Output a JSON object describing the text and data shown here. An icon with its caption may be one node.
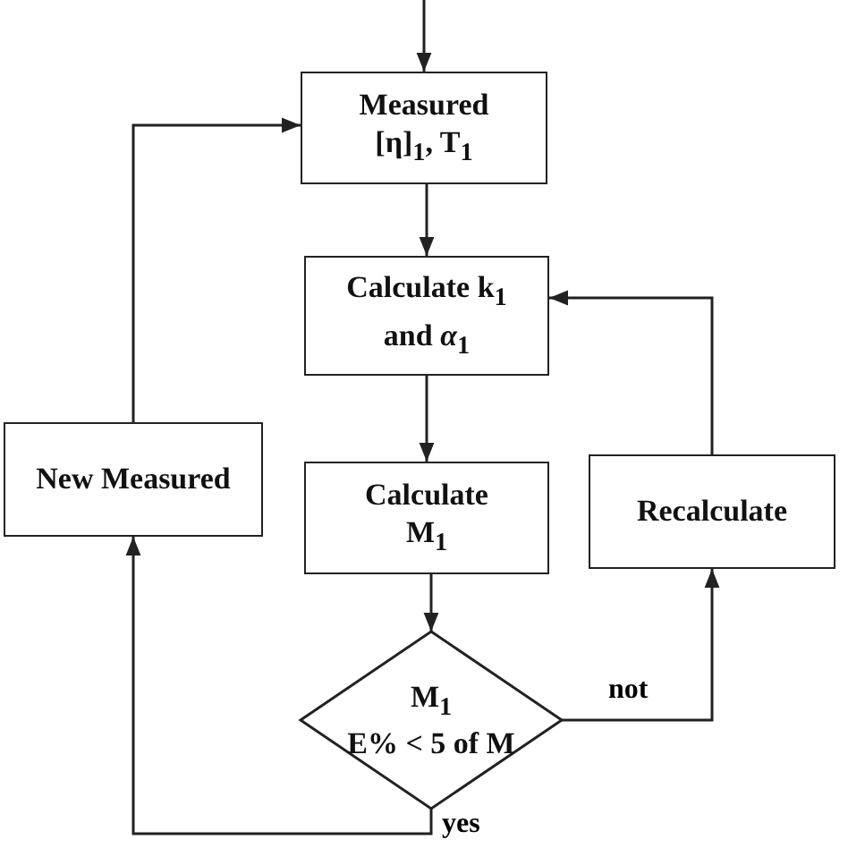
{
  "diagram": {
    "nodes": [
      {
        "text": [
          "Measured [η]$_{1}$, T$_{1}$"
        ]
      },
      {
        "text": [
          "Calculate k$_{1}$ and *α*$_{1}$"
        ]
      },
      {
        "text": [
          "New Measured"
        ]
      },
      {
        "text": [
          "Calculate M$_{1}$"
        ]
      },
      {
        "text": [
          "Recalculate"
        ]
      },
      {
        "text": [
          "M$_{1}$",
          "E% < 5 of M"
        ]
      }
    ],
    "edges": [
      {
        "from": null,
        "to": 0,
        "arrow": "to"
      },
      {
        "from": 0,
        "to": 1,
        "arrow": "to"
      },
      {
        "from": 1,
        "to": 3,
        "arrow": "to"
      },
      {
        "from": 3,
        "to": 5,
        "arrow": "to"
      },
      {
        "from": 5,
        "to": 4,
        "arrow": "to",
        "label": "not"
      },
      {
        "from": 4,
        "to": 1,
        "arrow": "to"
      },
      {
        "from": 5,
        "to": 2,
        "arrow": "to",
        "label": "yes"
      },
      {
        "from": 2,
        "to": 0,
        "arrow": "to"
      }
    ]
  }
}
